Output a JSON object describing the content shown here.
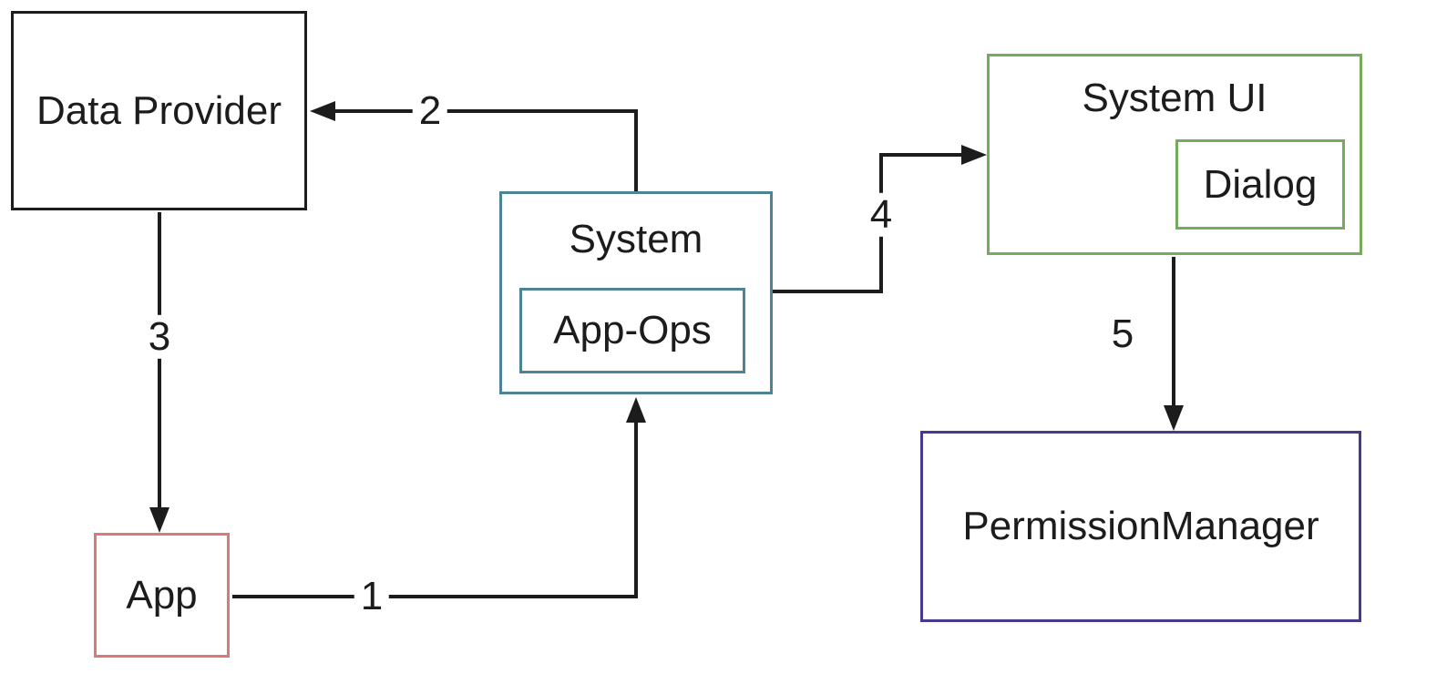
{
  "diagram": {
    "type": "flow-diagram",
    "background_color": "#ffffff",
    "line_color": "#1c1c1c",
    "text_color": "#1c1c1c",
    "nodes": {
      "data_provider": {
        "label": "Data Provider",
        "border_color": "#1c1c1c"
      },
      "app": {
        "label": "App",
        "border_color": "#dd7878"
      },
      "system": {
        "label": "System",
        "border_color": "#4d8394"
      },
      "app_ops": {
        "label": "App-Ops",
        "border_color": "#4d8394"
      },
      "system_ui": {
        "label": "System UI",
        "border_color": "#74ab5c"
      },
      "dialog": {
        "label": "Dialog",
        "border_color": "#74ab5c"
      },
      "permission_manager": {
        "label": "PermissionManager",
        "border_color": "#46398f"
      }
    },
    "edges": [
      {
        "label": "1",
        "from": "App",
        "to": "System"
      },
      {
        "label": "2",
        "from": "System",
        "to": "Data Provider"
      },
      {
        "label": "3",
        "from": "Data Provider",
        "to": "App"
      },
      {
        "label": "4",
        "from": "System",
        "to": "System UI"
      },
      {
        "label": "5",
        "from": "System UI",
        "to": "PermissionManager"
      }
    ]
  }
}
